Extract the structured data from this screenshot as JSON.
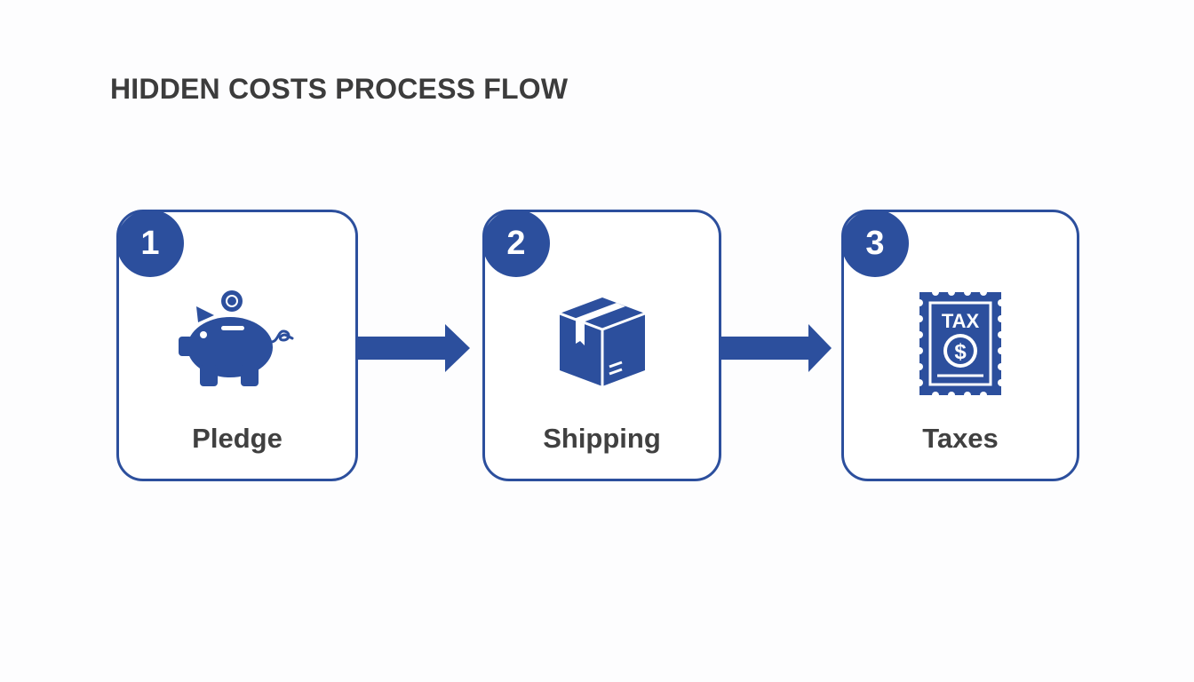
{
  "title": "HIDDEN COSTS PROCESS FLOW",
  "colors": {
    "accent": "#2c4f9d",
    "text": "#404040",
    "background": "#fdfdfe"
  },
  "steps": [
    {
      "number": "1",
      "label": "Pledge",
      "icon": "piggy-bank-icon"
    },
    {
      "number": "2",
      "label": "Shipping",
      "icon": "box-icon"
    },
    {
      "number": "3",
      "label": "Taxes",
      "icon": "tax-stamp-icon"
    }
  ],
  "tax_icon_text": "TAX"
}
